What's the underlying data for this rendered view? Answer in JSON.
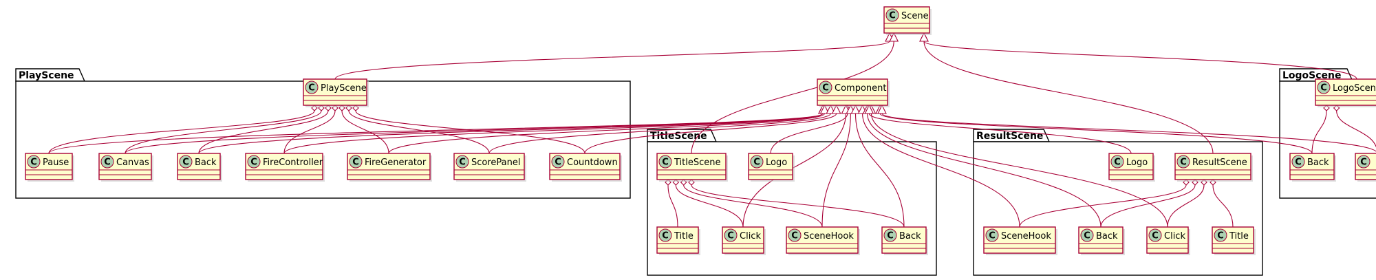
{
  "diagram": {
    "colors": {
      "class_fill": "#FEFECE",
      "class_border": "#A80036",
      "edge": "#A80036",
      "spot_fill": "#ADD1B2",
      "package_border": "#000000",
      "background": "#FFFFFF"
    },
    "class_glyph": "C",
    "packages": [
      {
        "id": "pkg-playscene",
        "name": "PlayScene"
      },
      {
        "id": "pkg-titlescene",
        "name": "TitleScene"
      },
      {
        "id": "pkg-resultscene",
        "name": "ResultScene"
      },
      {
        "id": "pkg-logoscene",
        "name": "LogoScene"
      }
    ],
    "classes": [
      {
        "id": "scene",
        "name": "Scene"
      },
      {
        "id": "component",
        "name": "Component"
      },
      {
        "id": "play-playscene",
        "name": "PlayScene"
      },
      {
        "id": "play-pause",
        "name": "Pause"
      },
      {
        "id": "play-canvas",
        "name": "Canvas"
      },
      {
        "id": "play-back",
        "name": "Back"
      },
      {
        "id": "play-firecontroller",
        "name": "FireController"
      },
      {
        "id": "play-firegenerator",
        "name": "FireGenerator"
      },
      {
        "id": "play-scorepanel",
        "name": "ScorePanel"
      },
      {
        "id": "play-countdown",
        "name": "Countdown"
      },
      {
        "id": "title-titlescene",
        "name": "TitleScene"
      },
      {
        "id": "title-logo",
        "name": "Logo"
      },
      {
        "id": "title-title",
        "name": "Title"
      },
      {
        "id": "title-click",
        "name": "Click"
      },
      {
        "id": "title-scenehook",
        "name": "SceneHook"
      },
      {
        "id": "title-back",
        "name": "Back"
      },
      {
        "id": "result-logo",
        "name": "Logo"
      },
      {
        "id": "result-resultscene",
        "name": "ResultScene"
      },
      {
        "id": "result-scenehook",
        "name": "SceneHook"
      },
      {
        "id": "result-back",
        "name": "Back"
      },
      {
        "id": "result-click",
        "name": "Click"
      },
      {
        "id": "result-title",
        "name": "Title"
      },
      {
        "id": "logo-logoscene",
        "name": "LogoScene"
      },
      {
        "id": "logo-back",
        "name": "Back"
      },
      {
        "id": "logo-partial",
        "name": ""
      }
    ],
    "relations": [
      {
        "from": "play-playscene",
        "to": "scene",
        "type": "inheritance"
      },
      {
        "from": "title-titlescene",
        "to": "scene",
        "type": "inheritance"
      },
      {
        "from": "result-resultscene",
        "to": "scene",
        "type": "inheritance"
      },
      {
        "from": "logo-logoscene",
        "to": "scene",
        "type": "inheritance"
      },
      {
        "from": "play-pause",
        "to": "component",
        "type": "inheritance"
      },
      {
        "from": "play-canvas",
        "to": "component",
        "type": "inheritance"
      },
      {
        "from": "play-back",
        "to": "component",
        "type": "inheritance"
      },
      {
        "from": "play-firecontroller",
        "to": "component",
        "type": "inheritance"
      },
      {
        "from": "play-firegenerator",
        "to": "component",
        "type": "inheritance"
      },
      {
        "from": "play-scorepanel",
        "to": "component",
        "type": "inheritance"
      },
      {
        "from": "play-countdown",
        "to": "component",
        "type": "inheritance"
      },
      {
        "from": "title-logo",
        "to": "component",
        "type": "inheritance"
      },
      {
        "from": "title-click",
        "to": "component",
        "type": "inheritance"
      },
      {
        "from": "title-scenehook",
        "to": "component",
        "type": "inheritance"
      },
      {
        "from": "title-back",
        "to": "component",
        "type": "inheritance"
      },
      {
        "from": "result-scenehook",
        "to": "component",
        "type": "inheritance"
      },
      {
        "from": "result-back",
        "to": "component",
        "type": "inheritance"
      },
      {
        "from": "result-click",
        "to": "component",
        "type": "inheritance"
      },
      {
        "from": "result-logo",
        "to": "component",
        "type": "inheritance"
      },
      {
        "from": "logo-back",
        "to": "component",
        "type": "inheritance"
      },
      {
        "from": "logo-partial",
        "to": "component",
        "type": "inheritance"
      },
      {
        "from": "play-playscene",
        "to": "play-pause",
        "type": "aggregation"
      },
      {
        "from": "play-playscene",
        "to": "play-canvas",
        "type": "aggregation"
      },
      {
        "from": "play-playscene",
        "to": "play-back",
        "type": "aggregation"
      },
      {
        "from": "play-playscene",
        "to": "play-firecontroller",
        "type": "aggregation"
      },
      {
        "from": "play-playscene",
        "to": "play-firegenerator",
        "type": "aggregation"
      },
      {
        "from": "play-playscene",
        "to": "play-scorepanel",
        "type": "aggregation"
      },
      {
        "from": "play-playscene",
        "to": "play-countdown",
        "type": "aggregation"
      },
      {
        "from": "title-titlescene",
        "to": "title-title",
        "type": "aggregation"
      },
      {
        "from": "title-titlescene",
        "to": "title-click",
        "type": "aggregation"
      },
      {
        "from": "title-titlescene",
        "to": "title-scenehook",
        "type": "aggregation"
      },
      {
        "from": "title-titlescene",
        "to": "title-back",
        "type": "aggregation"
      },
      {
        "from": "result-resultscene",
        "to": "result-scenehook",
        "type": "aggregation"
      },
      {
        "from": "result-resultscene",
        "to": "result-back",
        "type": "aggregation"
      },
      {
        "from": "result-resultscene",
        "to": "result-click",
        "type": "aggregation"
      },
      {
        "from": "result-resultscene",
        "to": "result-title",
        "type": "aggregation"
      },
      {
        "from": "logo-logoscene",
        "to": "logo-back",
        "type": "aggregation"
      },
      {
        "from": "logo-logoscene",
        "to": "logo-partial",
        "type": "aggregation"
      }
    ]
  }
}
